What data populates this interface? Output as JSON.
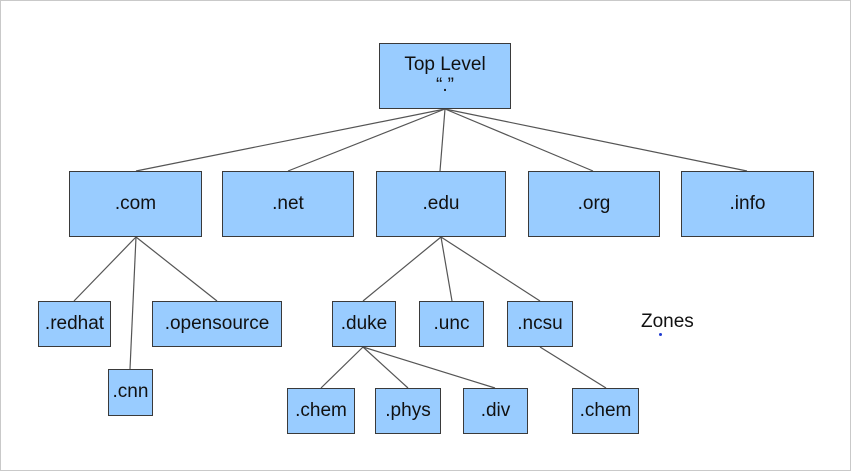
{
  "diagram": {
    "root": {
      "line1": "Top Level",
      "line2": "“.”"
    },
    "tld": [
      ".com",
      ".net",
      ".edu",
      ".org",
      ".info"
    ],
    "com_children": [
      ".redhat",
      ".opensource",
      ".cnn"
    ],
    "edu_children": [
      ".duke",
      ".unc",
      ".ncsu"
    ],
    "duke_children": [
      ".chem",
      ".phys",
      ".div"
    ],
    "ncsu_children": [
      ".chem"
    ],
    "zones_label": "Zones"
  },
  "colors": {
    "node_fill": "#99ccff",
    "node_border": "#3a3a3a",
    "connector": "#555555",
    "dot": "#1f3bd0"
  }
}
